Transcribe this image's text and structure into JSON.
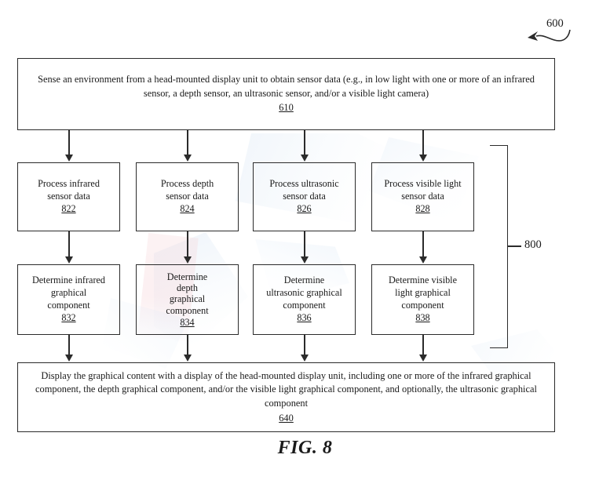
{
  "figure": {
    "caption": "FIG. 8",
    "top_reference": "600",
    "bracket_reference": "800"
  },
  "boxes": {
    "sense": {
      "line1": "Sense an environment from a head-mounted display unit to obtain sensor data (e.g., in low light with one or more",
      "line2": "of an infrared sensor, a depth sensor, an ultrasonic sensor, and/or a visible light camera)",
      "ref": "610"
    },
    "process_infrared": {
      "line1": "Process infrared",
      "line2": "sensor data",
      "ref": "822"
    },
    "process_depth": {
      "line1": "Process depth",
      "line2": "sensor data",
      "ref": "824"
    },
    "process_ultrasonic": {
      "line1": "Process ultrasonic",
      "line2": "sensor data",
      "ref": "826"
    },
    "process_visible_light": {
      "line1": "Process visible light",
      "line2": "sensor data",
      "ref": "828"
    },
    "determine_infrared": {
      "line1": "Determine infrared",
      "line2": "graphical",
      "line3": "component",
      "ref": "832"
    },
    "determine_depth": {
      "line1": "Determine",
      "line2": "depth",
      "line3": "graphical",
      "line4": "component",
      "ref": "834"
    },
    "determine_ultrasonic": {
      "line1": "Determine",
      "line2": "ultrasonic graphical",
      "line3": "component",
      "ref": "836"
    },
    "determine_visible_light": {
      "line1": "Determine visible",
      "line2": "light graphical",
      "line3": "component",
      "ref": "838"
    },
    "display": {
      "line1": "Display the graphical content with a display of the head-mounted display unit, including one or more of the",
      "line2": "infrared graphical component, the depth graphical component, and/or the visible light graphical component, and",
      "line3": "optionally, the ultrasonic graphical component",
      "ref": "640"
    }
  },
  "colors": {
    "stroke": "#2b2b2b",
    "text": "#1a1a1a",
    "background": "#ffffff"
  }
}
